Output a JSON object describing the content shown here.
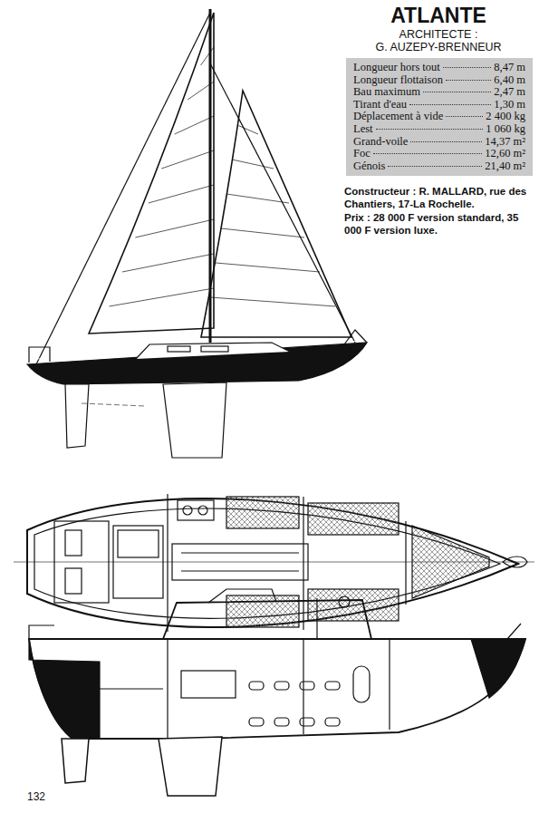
{
  "diagram": {
    "title": "ATLANTE",
    "nodes": [
      {
        "text": [
          "Longueur hors tout",
          "8,47 m",
          "Longueur flottaison",
          "6,40 m",
          "Bau maximum",
          "2,47 m",
          "Tirant d'eau",
          "1,30 m",
          "Déplacement à vide",
          "2 400 kg",
          "Lest",
          "1 060 kg",
          "Grand-voile",
          "14,37 m²",
          "Foc",
          "12,60 m²",
          "Génois",
          "21,40 m²"
        ]
      }
    ],
    "labels": [
      "ARCHITECTE :",
      "G. AUZEPY-BRENNEUR",
      "Constructeur : R. MALLARD, rue des Chantiers, 17-La Rochelle.",
      "Prix : 28 000 F version standard, 35 000 F version luxe.",
      "132"
    ]
  }
}
